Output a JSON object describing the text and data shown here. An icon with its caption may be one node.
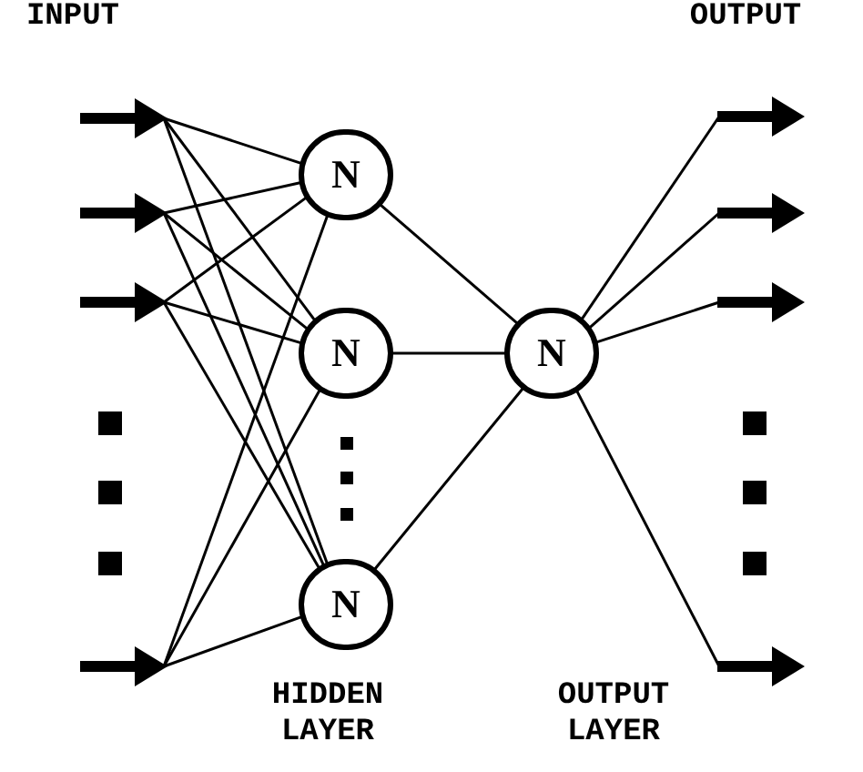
{
  "diagram": {
    "nodes": [
      {
        "text": [],
        "shape": "arrow"
      },
      {
        "text": [],
        "shape": "arrow"
      },
      {
        "text": [],
        "shape": "arrow"
      },
      {
        "text": [],
        "shape": "arrow"
      },
      {
        "text": [
          "N"
        ]
      },
      {
        "text": [
          "N"
        ]
      },
      {
        "text": [
          "N"
        ]
      },
      {
        "text": [
          "N"
        ]
      },
      {
        "text": [],
        "shape": "arrow"
      },
      {
        "text": [],
        "shape": "arrow"
      },
      {
        "text": [],
        "shape": "arrow"
      },
      {
        "text": [],
        "shape": "arrow"
      }
    ],
    "edges": [
      {
        "from": 0,
        "to": 4,
        "arrow": "none"
      },
      {
        "from": 0,
        "to": 5,
        "arrow": "none"
      },
      {
        "from": 0,
        "to": 6,
        "arrow": "none"
      },
      {
        "from": 1,
        "to": 4,
        "arrow": "none"
      },
      {
        "from": 1,
        "to": 5,
        "arrow": "none"
      },
      {
        "from": 1,
        "to": 6,
        "arrow": "none"
      },
      {
        "from": 2,
        "to": 4,
        "arrow": "none"
      },
      {
        "from": 2,
        "to": 5,
        "arrow": "none"
      },
      {
        "from": 2,
        "to": 6,
        "arrow": "none"
      },
      {
        "from": 3,
        "to": 4,
        "arrow": "none"
      },
      {
        "from": 3,
        "to": 5,
        "arrow": "none"
      },
      {
        "from": 3,
        "to": 6,
        "arrow": "none"
      },
      {
        "from": 4,
        "to": 7,
        "arrow": "none"
      },
      {
        "from": 5,
        "to": 7,
        "arrow": "none"
      },
      {
        "from": 6,
        "to": 7,
        "arrow": "none"
      },
      {
        "from": 7,
        "to": 8,
        "arrow": "none"
      },
      {
        "from": 7,
        "to": 9,
        "arrow": "none"
      },
      {
        "from": 7,
        "to": 10,
        "arrow": "none"
      },
      {
        "from": 7,
        "to": 11,
        "arrow": "none"
      }
    ],
    "labels": [
      "INPUT",
      "OUTPUT",
      "HIDDEN LAYER",
      "OUTPUT LAYER"
    ]
  }
}
